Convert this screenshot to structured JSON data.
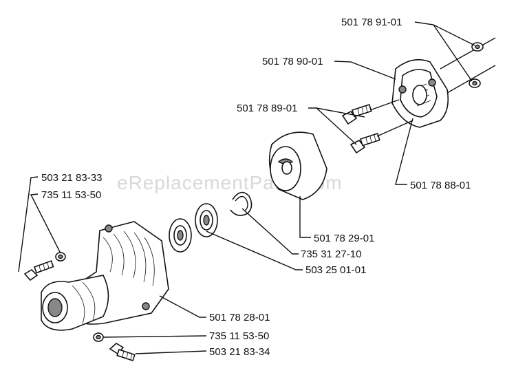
{
  "watermark": "eReplacementParts.com",
  "labels": {
    "p_501789101": "501 78 91-01",
    "p_501789001": "501 78 90-01",
    "p_501788901": "501 78 89-01",
    "p_501788801": "501 78 88-01",
    "p_501782901": "501 78 29-01",
    "p_735312710": "735 31 27-10",
    "p_503250101": "503 25 01-01",
    "p_503218333": "503 21 83-33",
    "p_735115350_top": "735 11 53-50",
    "p_501782801": "501 78 28-01",
    "p_735115350_bottom": "735 11 53-50",
    "p_503218334": "503 21 83-34"
  }
}
